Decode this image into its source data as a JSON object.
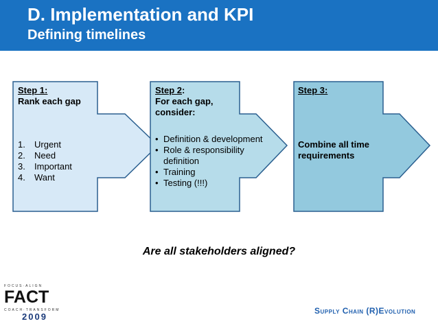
{
  "header": {
    "title": "D. Implementation and KPI",
    "subtitle": "Defining timelines"
  },
  "steps": [
    {
      "label": "Step 1:",
      "heading": "Rank each gap",
      "items": [
        {
          "num": "1.",
          "text": "Urgent"
        },
        {
          "num": "2.",
          "text": "Need"
        },
        {
          "num": "3.",
          "text": "Important"
        },
        {
          "num": "4.",
          "text": "Want"
        }
      ],
      "fill": "#d7e9f7"
    },
    {
      "label": "Step 2",
      "label_suffix": ":",
      "heading_lines": [
        "For each gap,",
        "consider:"
      ],
      "bullets": [
        "Definition & development",
        "Role & responsibility definition",
        "Training",
        "Testing (!!!)"
      ],
      "fill": "#b6dcea"
    },
    {
      "label": "Step 3:",
      "body_lines": [
        "Combine all time",
        "requirements"
      ],
      "fill": "#93c9de"
    }
  ],
  "question": "Are all stakeholders aligned?",
  "logo": {
    "top_text": "FOCUS·ALIGN",
    "word": "FACT",
    "sub_text": "COACH·TRANSFORM",
    "year": "2009"
  },
  "brand": "Supply Chain (R)Evolution",
  "colors": {
    "header": "#1a72c2",
    "outline": "#2a5f8f",
    "brand": "#1f5fae"
  }
}
